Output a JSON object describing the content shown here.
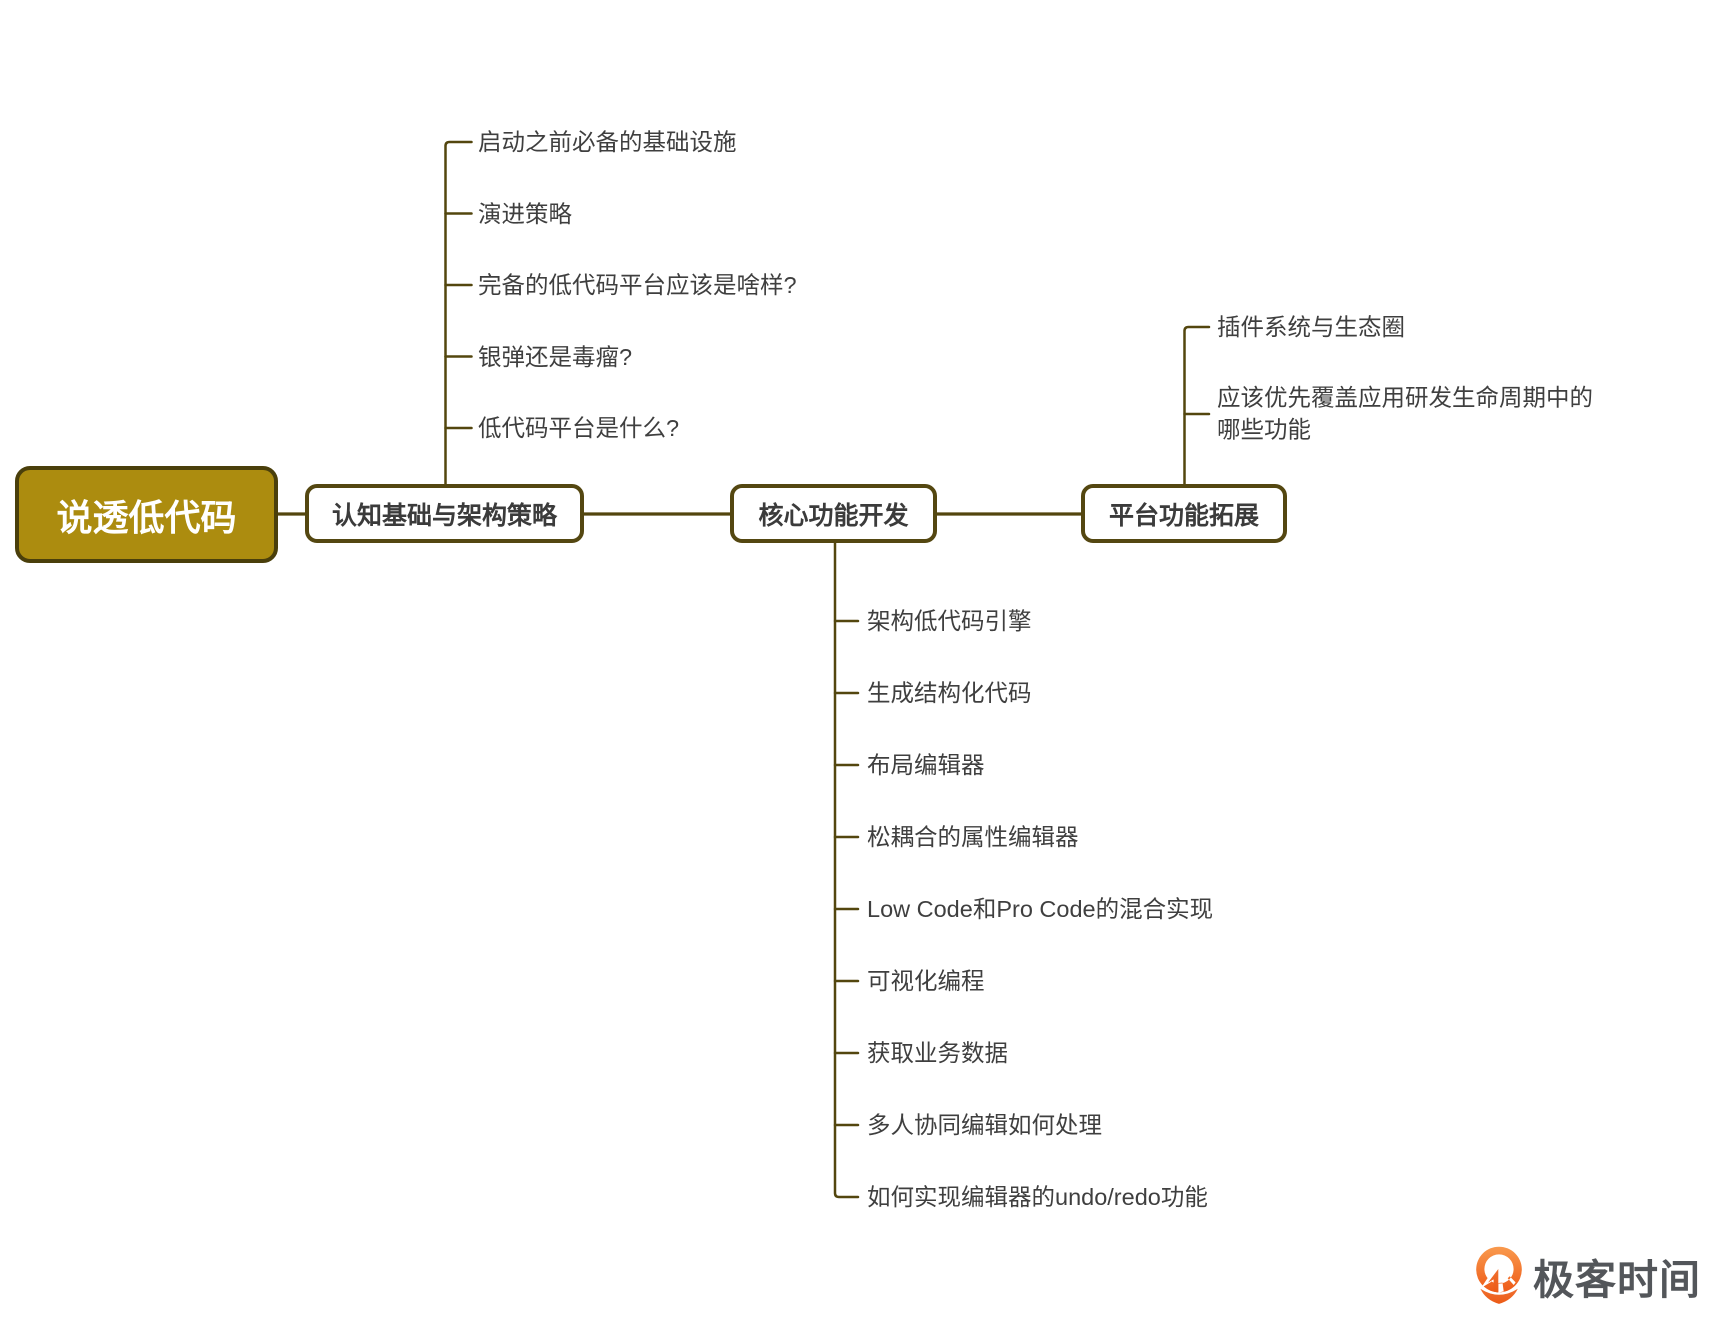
{
  "colors": {
    "background": "#ffffff",
    "root_fill": "#AC8C0F",
    "root_border": "#4A3F0B",
    "node_border": "#544711",
    "connector_line": "#53460E",
    "node_text": "#3B3B3B",
    "topic_text": "#3F3F3F",
    "root_text": "#FFFFFF",
    "logo_text_color": "#53565A",
    "logo_orange_top": "#F99D52",
    "logo_orange_bottom": "#EE5A17"
  },
  "mindmap": {
    "root": {
      "label": "说透低代码"
    },
    "branches": [
      {
        "label": "认知基础与架构策略",
        "children": [
          "启动之前必备的基础设施",
          "演进策略",
          "完备的低代码平台应该是啥样?",
          "银弹还是毒瘤?",
          "低代码平台是什么?"
        ]
      },
      {
        "label": "核心功能开发",
        "children": [
          "架构低代码引擎",
          "生成结构化代码",
          "布局编辑器",
          "松耦合的属性编辑器",
          "Low Code和Pro Code的混合实现",
          "可视化编程",
          "获取业务数据",
          "多人协同编辑如何处理",
          "如何实现编辑器的undo/redo功能"
        ]
      },
      {
        "label": "平台功能拓展",
        "children": [
          "插件系统与生态圈",
          "应该优先覆盖应用研发生命周期中的哪些功能"
        ]
      }
    ]
  },
  "footer": {
    "brand": "极客时间",
    "logo_icon": "geektime-pin-icon"
  }
}
